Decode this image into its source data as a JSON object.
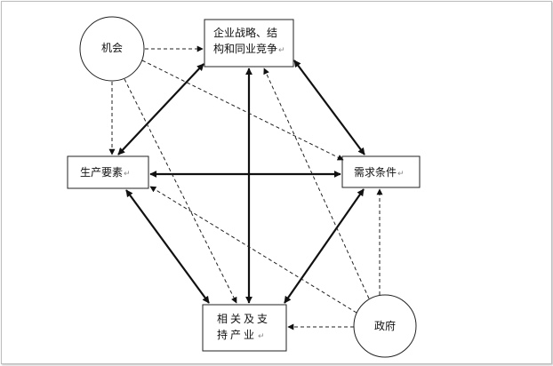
{
  "nodes": {
    "opportunity": {
      "label": "机会"
    },
    "strategy": {
      "line1": "企业战略、结",
      "line2": "构和同业竞争"
    },
    "factor": {
      "label": "生产要素"
    },
    "demand": {
      "label": "需求条件"
    },
    "related": {
      "line1": "相关及支",
      "line2": "持产业"
    },
    "government": {
      "label": "政府"
    }
  },
  "paragraph_mark": "↵"
}
